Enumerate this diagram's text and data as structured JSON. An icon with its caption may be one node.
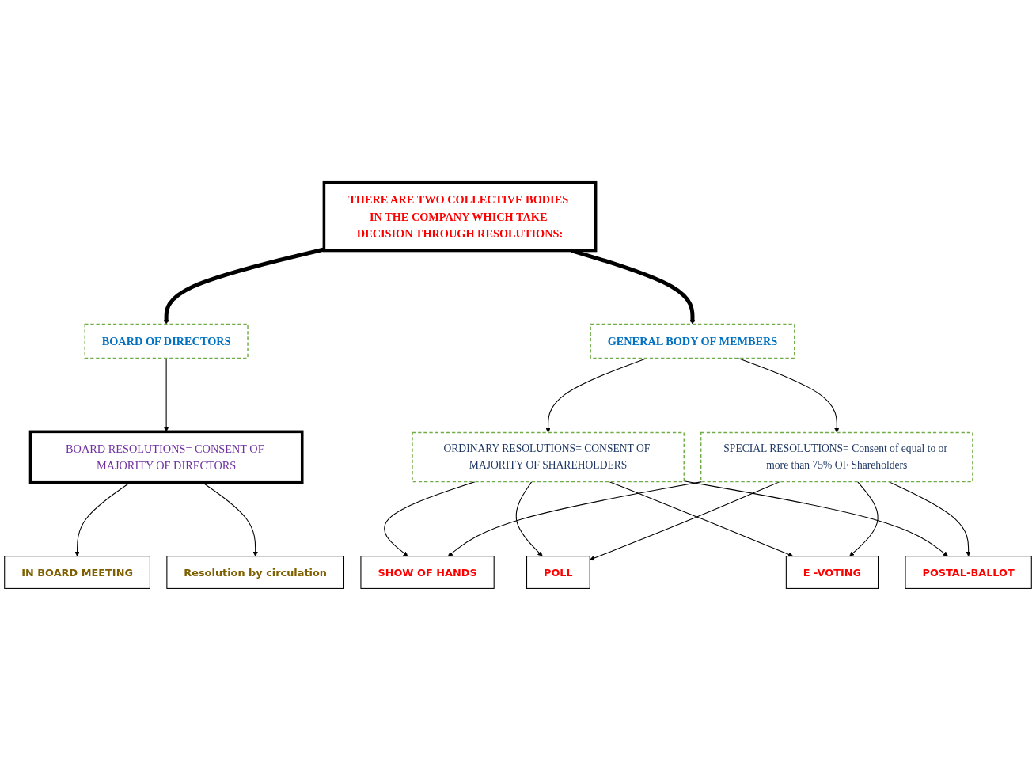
{
  "diagram": {
    "nodes": [
      {
        "text": [
          "THERE ARE TWO COLLECTIVE BODIES IN THE COMPANY WHICH TAKE DECISION THROUGH RESOLUTIONS:"
        ]
      },
      {
        "text": [
          "BOARD OF DIRECTORS"
        ]
      },
      {
        "text": [
          "GENERAL BODY OF MEMBERS"
        ]
      },
      {
        "text": [
          "BOARD RESOLUTIONS= CONSENT OF MAJORITY OF DIRECTORS"
        ]
      },
      {
        "text": [
          "IN BOARD MEETING"
        ]
      },
      {
        "text": [
          "Resolution by circulation"
        ]
      },
      {
        "text": [
          "ORDINARY RESOLUTIONS= CONSENT OF MAJORITY OF SHAREHOLDERS"
        ]
      },
      {
        "text": [
          "SPECIAL RESOLUTIONS= Consent of equal to or more than 75% OF Shareholders"
        ]
      },
      {
        "text": [
          "SHOW OF HANDS"
        ]
      },
      {
        "text": [
          "POLL"
        ]
      },
      {
        "text": [
          "E -VOTING"
        ]
      },
      {
        "text": [
          "POSTAL-BALLOT"
        ]
      }
    ],
    "edges": [
      {
        "from": 0,
        "to": 1,
        "arrow": "to",
        "style": "thick"
      },
      {
        "from": 0,
        "to": 2,
        "arrow": "to",
        "style": "thick"
      },
      {
        "from": 1,
        "to": 3,
        "arrow": "to"
      },
      {
        "from": 3,
        "to": 4,
        "arrow": "to"
      },
      {
        "from": 3,
        "to": 5,
        "arrow": "to"
      },
      {
        "from": 2,
        "to": 6,
        "arrow": "to"
      },
      {
        "from": 2,
        "to": 7,
        "arrow": "to"
      },
      {
        "from": 6,
        "to": 8,
        "arrow": "to"
      },
      {
        "from": 6,
        "to": 9,
        "arrow": "to"
      },
      {
        "from": 6,
        "to": 10,
        "arrow": "to"
      },
      {
        "from": 6,
        "to": 11,
        "arrow": "to"
      },
      {
        "from": 7,
        "to": 8,
        "arrow": "to"
      },
      {
        "from": 7,
        "to": 9,
        "arrow": "to"
      },
      {
        "from": 7,
        "to": 10,
        "arrow": "to"
      },
      {
        "from": 7,
        "to": 11,
        "arrow": "to"
      }
    ]
  }
}
